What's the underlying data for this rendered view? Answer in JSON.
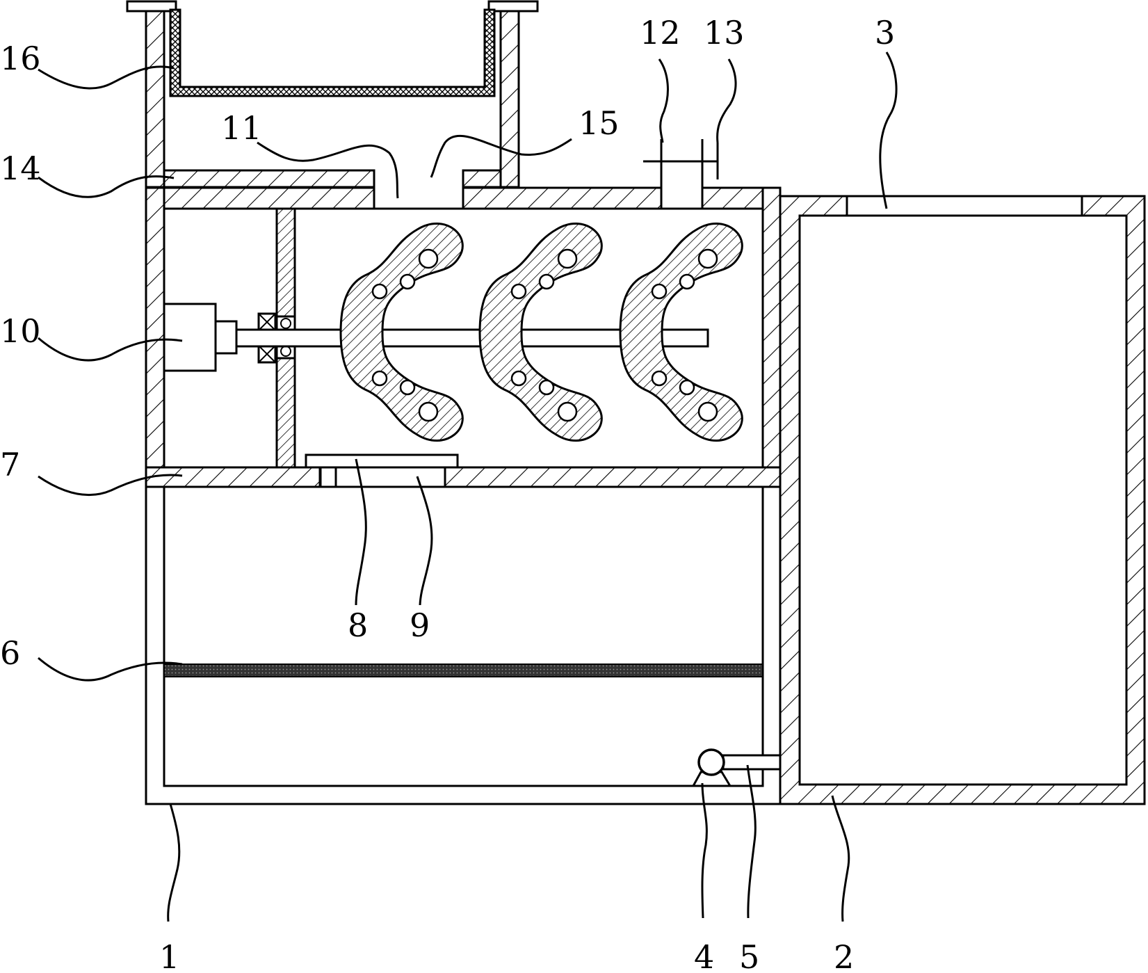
{
  "diagram": {
    "labels": {
      "l1": "1",
      "l2": "2",
      "l3": "3",
      "l4": "4",
      "l5": "5",
      "l6": "6",
      "l7": "7",
      "l8": "8",
      "l9": "9",
      "l10": "10",
      "l11": "11",
      "l12": "12",
      "l13": "13",
      "l14": "14",
      "l15": "15",
      "l16": "16"
    },
    "colors": {
      "line": "#000000",
      "background": "#ffffff",
      "filter_fill": "#333333"
    }
  }
}
